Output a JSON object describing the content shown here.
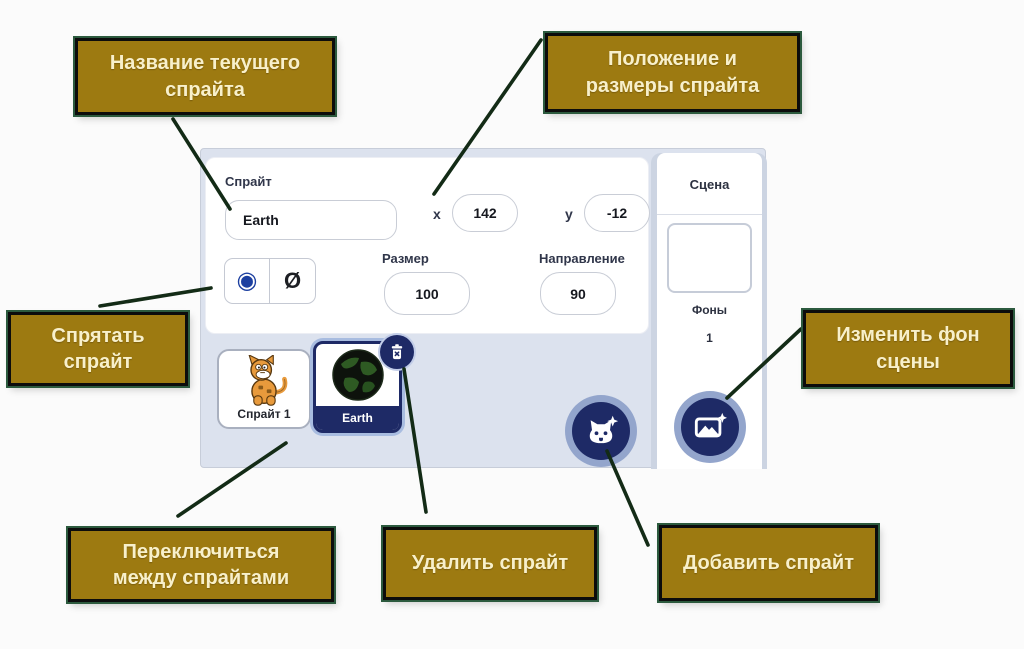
{
  "callouts": {
    "current_sprite_name": "Название текущего\nспрайта",
    "position_and_size": "Положение и\nразмеры спрайта",
    "hide_sprite": "Спрятать\nспрайт",
    "change_stage_backdrop": "Изменить фон\nсцены",
    "switch_between_sprites": "Переключиться\nмежду спрайтами",
    "delete_sprite": "Удалить спрайт",
    "add_sprite": "Добавить спрайт"
  },
  "sprite_panel": {
    "sprite_label": "Спрайт",
    "name_value": "Earth",
    "x_label": "x",
    "x_value": "142",
    "y_label": "y",
    "y_value": "-12",
    "size_label": "Размер",
    "size_value": "100",
    "direction_label": "Направление",
    "direction_value": "90",
    "show_icon": "◉",
    "hide_icon": "Ø"
  },
  "sprite_list": {
    "sprites": [
      {
        "name": "Спрайт 1",
        "selected": false,
        "thumb": "scratch-cat"
      },
      {
        "name": "Earth",
        "selected": true,
        "thumb": "earth-globe"
      }
    ]
  },
  "stage_panel": {
    "title": "Сцена",
    "backdrops_label": "Фоны",
    "backdrops_count": "1"
  },
  "icons": {
    "show_sprite": "eye-visible-icon",
    "hide_sprite": "eye-crossed-icon",
    "delete_sprite_badge": "trash-icon",
    "add_sprite": "cat-face-plus-icon",
    "add_backdrop": "picture-plus-icon"
  },
  "colors": {
    "callout_bg": "#9d7a11",
    "callout_text": "#f8f0cb",
    "callout_outline": "#2c5a3e",
    "connector_line": "#132b16",
    "navy_accent": "#1e2a66",
    "panel_gray": "#dce2ee",
    "selected_ring": "#a8bce0"
  }
}
